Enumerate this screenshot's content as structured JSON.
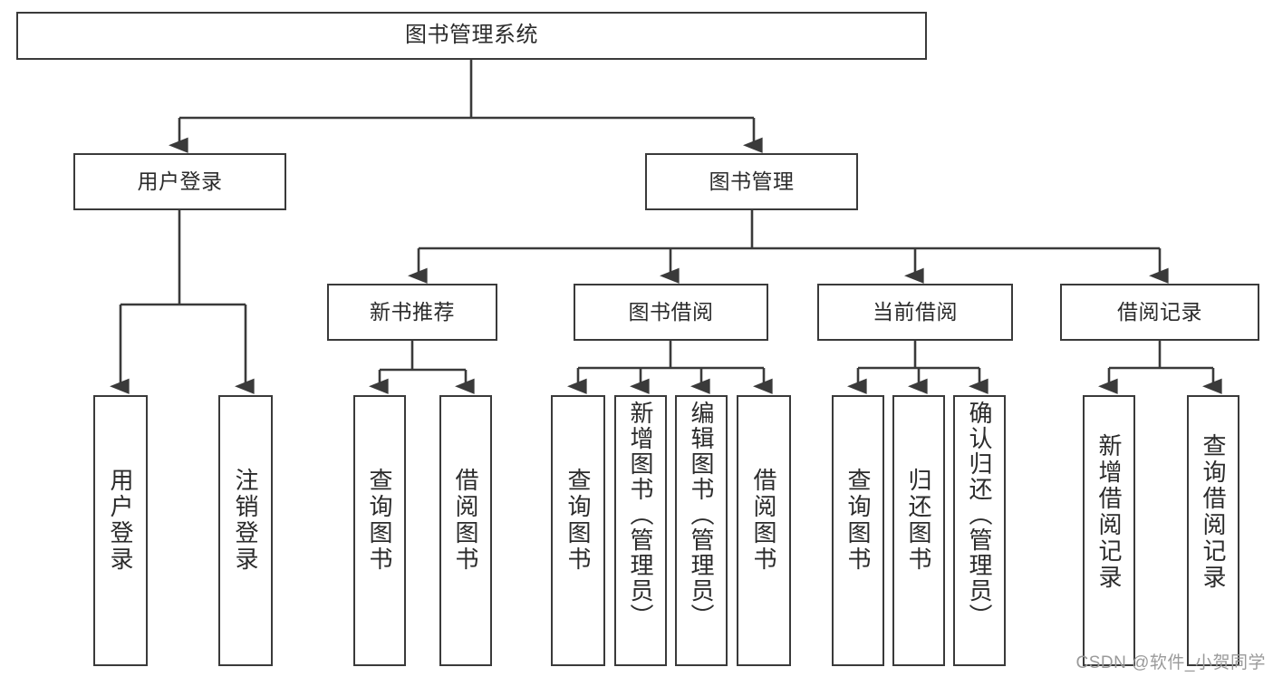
{
  "diagram": {
    "title": "图书管理系统",
    "type": "tree-hierarchy",
    "watermark": "CSDN @软件_小贺同学",
    "colors": {
      "stroke": "#3a3a3a",
      "fill": "#ffffff",
      "text": "#2b2b2b",
      "watermark": "#9a9a9a"
    },
    "nodes": {
      "root": {
        "label": "图书管理系统"
      },
      "level2": [
        {
          "label": "用户登录"
        },
        {
          "label": "图书管理"
        }
      ],
      "level3": [
        {
          "label": "新书推荐"
        },
        {
          "label": "图书借阅"
        },
        {
          "label": "当前借阅"
        },
        {
          "label": "借阅记录"
        }
      ],
      "leaves": [
        {
          "label": "用户登录"
        },
        {
          "label": "注销登录"
        },
        {
          "label": "查询图书"
        },
        {
          "label": "借阅图书"
        },
        {
          "label": "查询图书"
        },
        {
          "label": "新增图书（管理员）"
        },
        {
          "label": "编辑图书（管理员）"
        },
        {
          "label": "借阅图书"
        },
        {
          "label": "查询图书"
        },
        {
          "label": "归还图书"
        },
        {
          "label": "确认归还（管理员）"
        },
        {
          "label": "新增借阅记录"
        },
        {
          "label": "查询借阅记录"
        }
      ]
    }
  }
}
